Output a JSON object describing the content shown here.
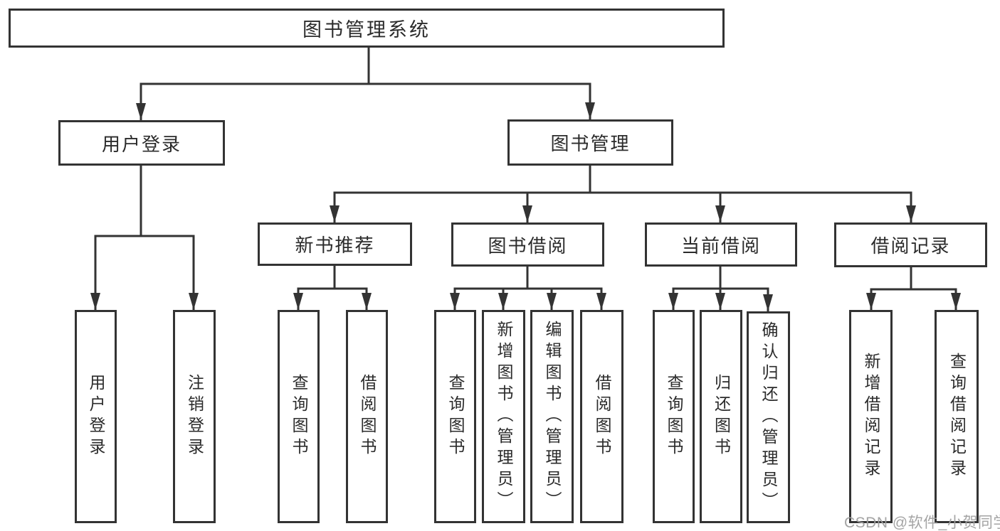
{
  "tree": {
    "root": {
      "label": "图书管理系统"
    },
    "children": [
      {
        "label": "用户登录",
        "children": [
          {
            "label": "用户登录"
          },
          {
            "label": "注销登录"
          }
        ]
      },
      {
        "label": "图书管理",
        "children": [
          {
            "label": "新书推荐",
            "children": [
              {
                "label": "查询图书"
              },
              {
                "label": "借阅图书"
              }
            ]
          },
          {
            "label": "图书借阅",
            "children": [
              {
                "label": "查询图书"
              },
              {
                "label": "新增图书（管理员）"
              },
              {
                "label": "编辑图书（管理员）"
              },
              {
                "label": "借阅图书"
              }
            ]
          },
          {
            "label": "当前借阅",
            "children": [
              {
                "label": "查询图书"
              },
              {
                "label": "归还图书"
              },
              {
                "label": "确认归还（管理员）"
              }
            ]
          },
          {
            "label": "借阅记录",
            "children": [
              {
                "label": "新增借阅记录"
              },
              {
                "label": "查询借阅记录"
              }
            ]
          }
        ]
      }
    ]
  },
  "watermark": {
    "text": "CSDN @软件_小贺同学"
  },
  "colors": {
    "line": "#333333",
    "border": "#333333",
    "text": "#2b2b2b",
    "watermark": "#a0a0a0",
    "background": "#ffffff"
  }
}
